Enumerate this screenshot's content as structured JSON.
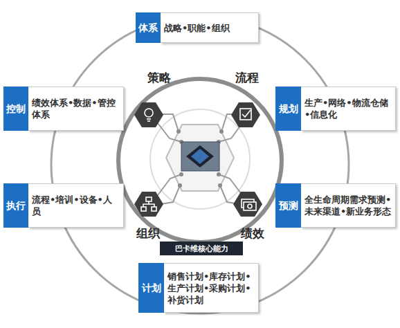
{
  "diagram": {
    "nodes": [
      {
        "text": [
          "体系",
          "战略•职能•组织"
        ]
      },
      {
        "text": [
          "控制",
          "绩效体系•数据•管控体系"
        ]
      },
      {
        "text": [
          "规划",
          "生产•网络•物流仓储•信息化"
        ]
      },
      {
        "text": [
          "执行",
          "流程•培训•设备•人员"
        ]
      },
      {
        "text": [
          "预测",
          "全生命周期需求预测•未来渠道•新业务形态"
        ]
      },
      {
        "text": [
          "计划",
          "销售计划•库存计划•生产计划•采购计划•补货计划"
        ]
      },
      {
        "text": [
          "巴卡维核心能力"
        ]
      }
    ],
    "labels": [
      "策略",
      "流程",
      "组织",
      "绩效"
    ]
  }
}
